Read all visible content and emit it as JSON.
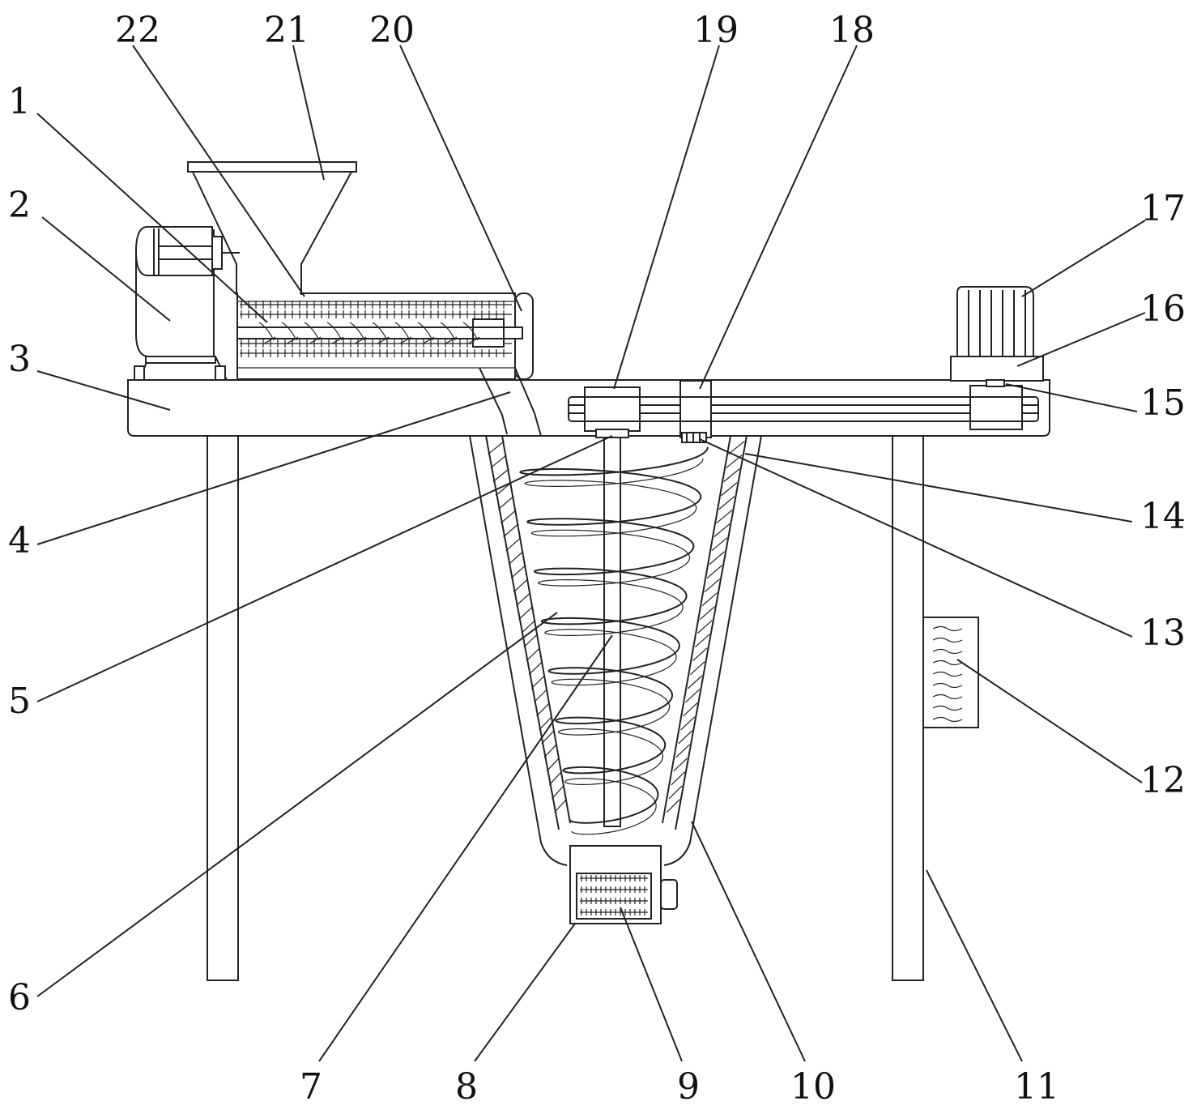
{
  "callouts": [
    {
      "id": "c1",
      "text": "1"
    },
    {
      "id": "c2",
      "text": "2"
    },
    {
      "id": "c3",
      "text": "3"
    },
    {
      "id": "c4",
      "text": "4"
    },
    {
      "id": "c5",
      "text": "5"
    },
    {
      "id": "c6",
      "text": "6"
    },
    {
      "id": "c7",
      "text": "7"
    },
    {
      "id": "c8",
      "text": "8"
    },
    {
      "id": "c9",
      "text": "9"
    },
    {
      "id": "c10",
      "text": "10"
    },
    {
      "id": "c11",
      "text": "11"
    },
    {
      "id": "c12",
      "text": "12"
    },
    {
      "id": "c13",
      "text": "13"
    },
    {
      "id": "c14",
      "text": "14"
    },
    {
      "id": "c15",
      "text": "15"
    },
    {
      "id": "c16",
      "text": "16"
    },
    {
      "id": "c17",
      "text": "17"
    },
    {
      "id": "c18",
      "text": "18"
    },
    {
      "id": "c19",
      "text": "19"
    },
    {
      "id": "c20",
      "text": "20"
    },
    {
      "id": "c21",
      "text": "21"
    },
    {
      "id": "c22",
      "text": "22"
    }
  ]
}
